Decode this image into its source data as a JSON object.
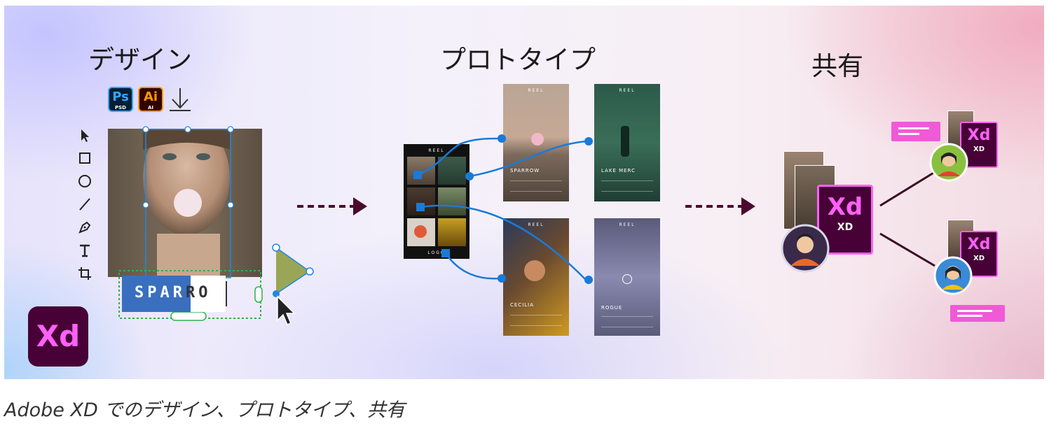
{
  "stages": [
    {
      "title": "デザイン"
    },
    {
      "title": "プロトタイプ"
    },
    {
      "title": "共有"
    }
  ],
  "import_badges": [
    {
      "name": "ps",
      "label": "Ps",
      "sublabel": "PSD",
      "color": "#31a8ff",
      "bg": "#001e36"
    },
    {
      "name": "ai",
      "label": "Ai",
      "sublabel": "AI",
      "color": "#ff9a00",
      "bg": "#330000"
    }
  ],
  "tools": [
    "select-arrow-icon",
    "rectangle-icon",
    "ellipse-icon",
    "line-icon",
    "pen-icon",
    "text-icon",
    "artboard-icon"
  ],
  "design_text": {
    "selected": "SPAR",
    "unselected": "RO"
  },
  "xd_logo": {
    "label": "Xd",
    "color": "#ff61f6",
    "bg": "#470137"
  },
  "share_doc": {
    "label": "Xd",
    "sublabel": "XD"
  },
  "grid_screen": {
    "title": "REEL",
    "footer": "LOGO"
  },
  "prototype_screens": [
    {
      "title": "REEL",
      "name": "SPARROW"
    },
    {
      "title": "REEL",
      "name": "LAKE MERC"
    },
    {
      "title": "REEL",
      "name": "CECILIA"
    },
    {
      "title": "REEL",
      "name": "ROGUE"
    }
  ],
  "caption": "Adobe XD でのデザイン、プロトタイプ、共有",
  "colors": {
    "arrow": "#4a0b2e",
    "wire": "#1a7ad8",
    "accent_pink": "#ff61f6",
    "xd_dark": "#470137"
  }
}
